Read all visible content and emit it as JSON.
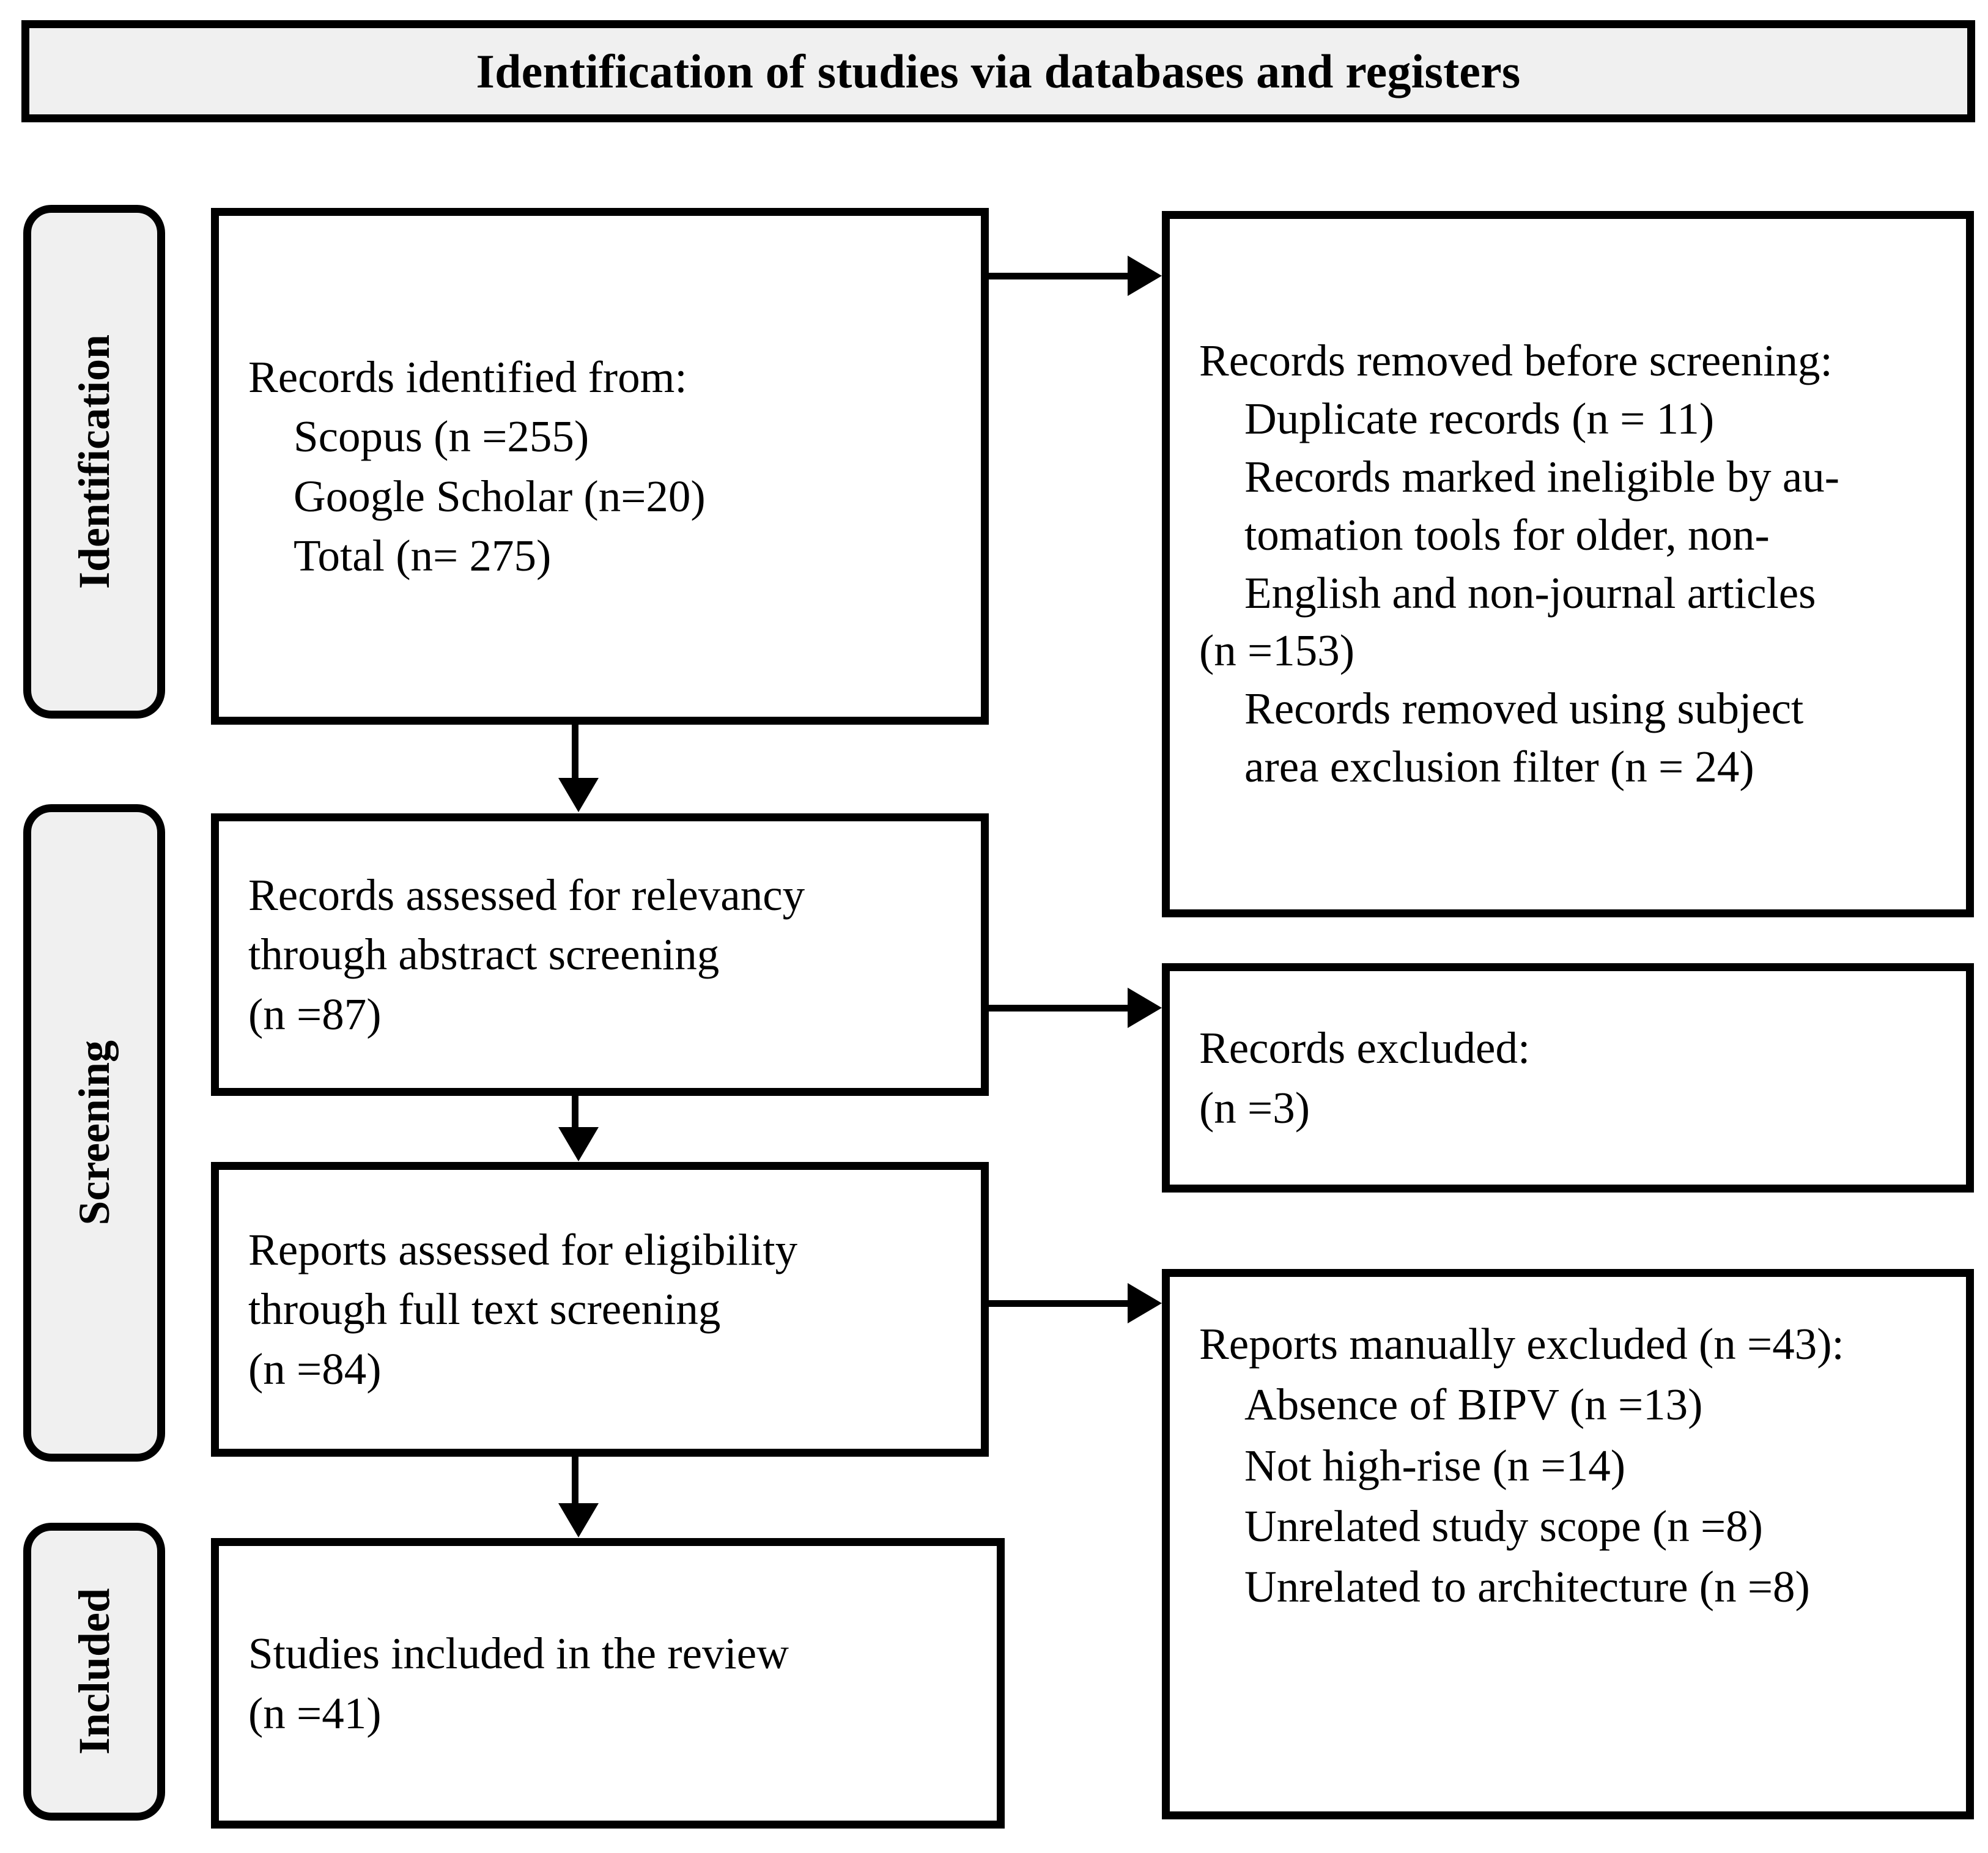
{
  "header": {
    "title": "Identification of studies via databases and registers"
  },
  "stages": [
    {
      "key": "identification",
      "label": "Identification"
    },
    {
      "key": "screening",
      "label": "Screening"
    },
    {
      "key": "included",
      "label": "Included"
    }
  ],
  "boxes": {
    "identified": {
      "name": "Records identified from",
      "lines": [
        "Records identified from:",
        "Scopus (n =255)",
        "Google Scholar (n=20)",
        "Total (n= 275)"
      ]
    },
    "removed": {
      "name": "Records removed before screening",
      "lines": [
        "Records removed before screening:",
        "Duplicate records (n = 11)",
        "Records marked ineligible by au-",
        "tomation tools for older, non-",
        "English and non-journal articles",
        "(n =153)",
        "Records removed using subject",
        "area exclusion filter (n = 24)"
      ]
    },
    "relevancy": {
      "name": "Records assessed for relevancy",
      "lines": [
        "Records assessed for relevancy",
        "through abstract screening",
        "(n =87)"
      ]
    },
    "excluded": {
      "name": "Records excluded",
      "lines": [
        "Records excluded:",
        "(n =3)"
      ]
    },
    "eligibility": {
      "name": "Reports assessed for eligibility",
      "lines": [
        "Reports assessed for eligibility",
        "through full text screening",
        "(n =84)"
      ]
    },
    "manual_excluded": {
      "name": "Reports manually excluded",
      "lines": [
        "Reports manually excluded (n =43):",
        "Absence of BIPV (n =13)",
        "Not high-rise (n =14)",
        "Unrelated study scope (n =8)",
        "Unrelated to architecture (n =8)"
      ]
    },
    "included": {
      "name": "Studies included in the review",
      "lines": [
        "Studies included in the review",
        "(n =41)"
      ]
    }
  },
  "colors": {
    "stroke": "#000000",
    "stage_fill": "#f0f0f0",
    "box_fill": "#ffffff",
    "page_background": "#ffffff"
  },
  "counts": {
    "scopus": 255,
    "google_scholar": 20,
    "total_identified": 275,
    "duplicate_records": 11,
    "ineligible_automation": 153,
    "subject_area_excluded": 24,
    "assessed_abstract": 87,
    "records_excluded": 3,
    "assessed_full_text": 84,
    "manually_excluded": 43,
    "absence_of_bipv": 13,
    "not_high_rise": 14,
    "unrelated_study_scope": 8,
    "unrelated_to_architecture": 8,
    "studies_included": 41
  }
}
